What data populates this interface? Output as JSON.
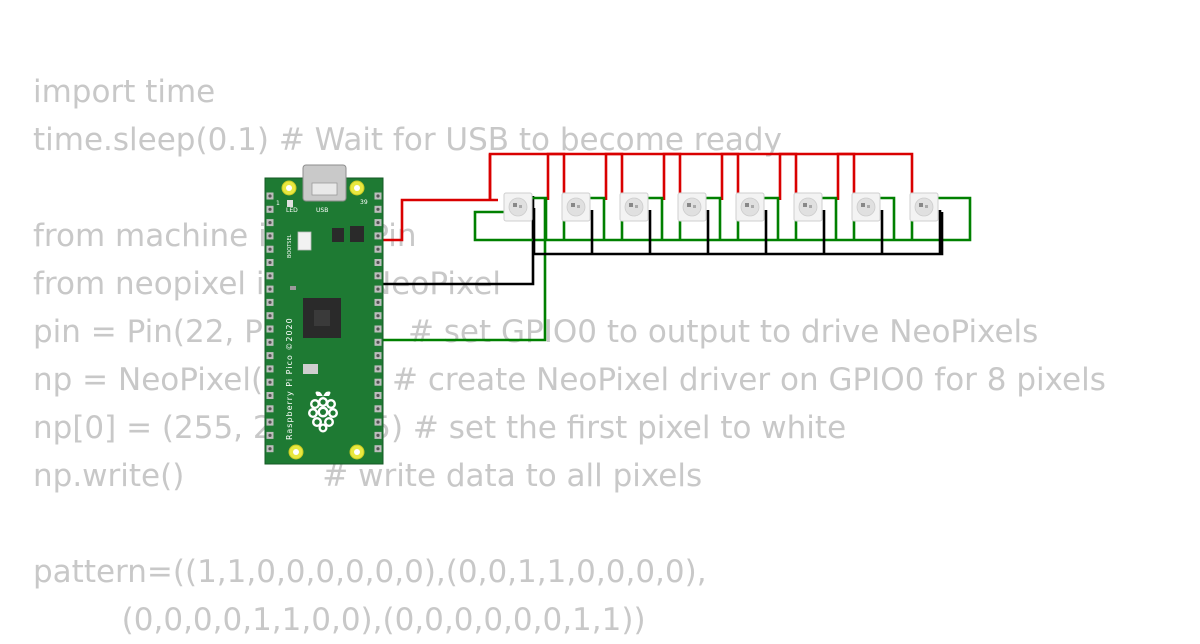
{
  "code": {
    "lines": [
      "import time",
      "time.sleep(0.1) # Wait for USB to become ready",
      "",
      "from machine import Pin",
      "from neopixel import NeoPixel",
      "pin = Pin(22, Pin.OUT)   # set GPIO0 to output to drive NeoPixels",
      "np = NeoPixel(pin, 8)   # create NeoPixel driver on GPIO0 for 8 pixels",
      "np[0] = (255, 255, 255) # set the first pixel to white",
      "np.write()              # write data to all pixels",
      "",
      "pattern=((1,1,0,0,0,0,0,0),(0,0,1,1,0,0,0,0),",
      "         (0,0,0,0,1,1,0,0),(0,0,0,0,0,0,1,1))"
    ]
  },
  "board": {
    "led_label": "LED",
    "usb_label": "USB",
    "bootsel_label": "BOOTSEL",
    "pin1_label": "1",
    "pin39_label": "39",
    "vertical_label": "Raspberry Pi Pico ©2020",
    "colors": {
      "pcb": "#1e7a33",
      "pad": "#e8e840",
      "chip": "#2a2a2a"
    }
  },
  "neopixels": {
    "count": 8
  },
  "wires": {
    "colors": {
      "power": "#d90000",
      "ground": "#000000",
      "data": "#008000"
    }
  },
  "colors": {
    "code_text": "#c8c8c8",
    "background": "#ffffff"
  }
}
